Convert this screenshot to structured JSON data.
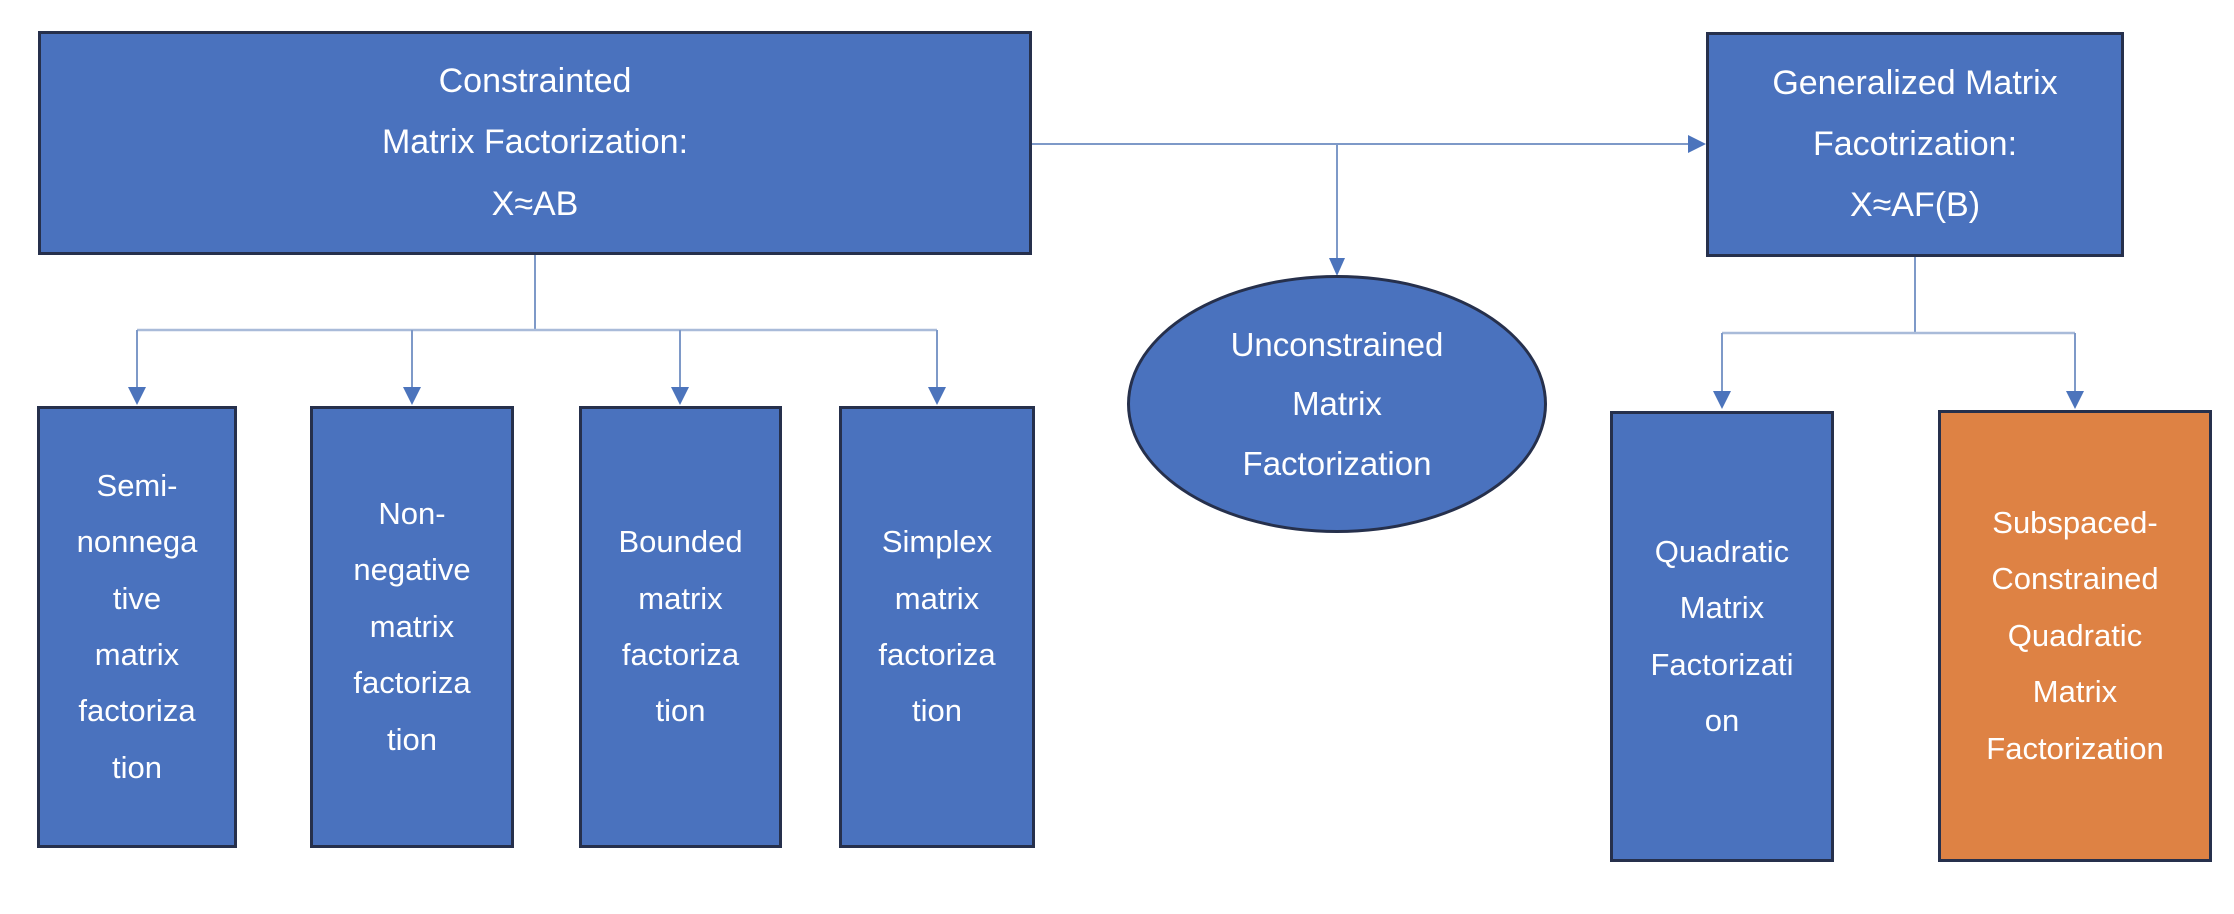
{
  "diagram": {
    "nodes": {
      "constrained": {
        "lines": [
          "Constrainted",
          "Matrix Factorization:",
          "X≈AB"
        ]
      },
      "generalized": {
        "lines": [
          "Generalized Matrix",
          "Facotrization:",
          "X≈AF(B)"
        ]
      },
      "unconstrained": {
        "lines": [
          "Unconstrained",
          "Matrix",
          "Factorization"
        ]
      },
      "semi": {
        "lines": [
          "Semi-",
          "nonnega",
          "tive",
          "matrix",
          "factoriza",
          "tion"
        ]
      },
      "nonnegative": {
        "lines": [
          "Non-",
          "negative",
          "matrix",
          "factoriza",
          "tion"
        ]
      },
      "bounded": {
        "lines": [
          "Bounded",
          "matrix",
          "factoriza",
          "tion"
        ]
      },
      "simplex": {
        "lines": [
          "Simplex",
          "matrix",
          "factoriza",
          "tion"
        ]
      },
      "quadratic": {
        "lines": [
          "Quadratic",
          "Matrix",
          "Factorizati",
          "on"
        ]
      },
      "subspaced": {
        "lines": [
          "Subspaced-",
          "Constrained",
          "Quadratic",
          "Matrix",
          "Factorization"
        ]
      }
    },
    "colors": {
      "node_fill_blue": "#4A72BE",
      "node_fill_orange": "#DE8244",
      "node_border": "#26304C",
      "connector": "#7E99C8",
      "connector_light": "#A9BBD9",
      "arrowhead": "#4C74BC",
      "text": "#FFFFFF",
      "background": "#FFFFFF"
    }
  }
}
